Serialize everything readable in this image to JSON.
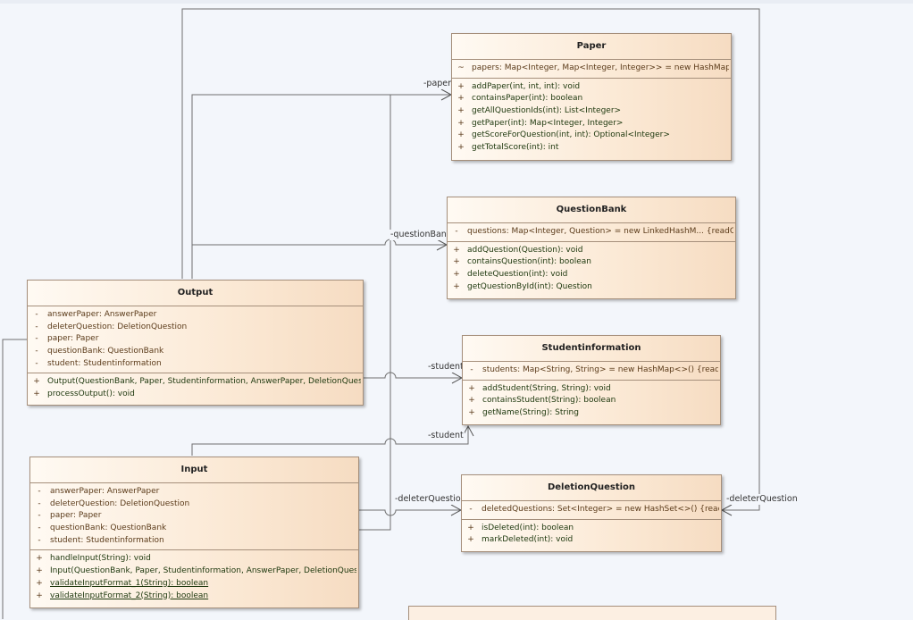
{
  "classes": {
    "paper": {
      "name": "Paper",
      "attributes": [
        {
          "vis": "~",
          "text": "papers: Map<Integer, Map<Integer, Integer>> = new HashMap<>()"
        }
      ],
      "operations": [
        {
          "vis": "+",
          "text": "addPaper(int, int, int): void"
        },
        {
          "vis": "+",
          "text": "containsPaper(int): boolean"
        },
        {
          "vis": "+",
          "text": "getAllQuestionIds(int): List<Integer>"
        },
        {
          "vis": "+",
          "text": "getPaper(int): Map<Integer, Integer>"
        },
        {
          "vis": "+",
          "text": "getScoreForQuestion(int, int): Optional<Integer>"
        },
        {
          "vis": "+",
          "text": "getTotalScore(int): int"
        }
      ]
    },
    "question_bank": {
      "name": "QuestionBank",
      "attributes": [
        {
          "vis": "-",
          "text": "questions: Map<Integer, Question> = new LinkedHashM... {readOnly}"
        }
      ],
      "operations": [
        {
          "vis": "+",
          "text": "addQuestion(Question): void"
        },
        {
          "vis": "+",
          "text": "containsQuestion(int): boolean"
        },
        {
          "vis": "+",
          "text": "deleteQuestion(int): void"
        },
        {
          "vis": "+",
          "text": "getQuestionById(int): Question"
        }
      ]
    },
    "student_information": {
      "name": "Studentinformation",
      "attributes": [
        {
          "vis": "-",
          "text": "students: Map<String, String> = new HashMap<>() {readOnly}"
        }
      ],
      "operations": [
        {
          "vis": "+",
          "text": "addStudent(String, String): void"
        },
        {
          "vis": "+",
          "text": "containsStudent(String): boolean"
        },
        {
          "vis": "+",
          "text": "getName(String): String"
        }
      ]
    },
    "deletion_question": {
      "name": "DeletionQuestion",
      "attributes": [
        {
          "vis": "-",
          "text": "deletedQuestions: Set<Integer> = new HashSet<>() {readOnly}"
        }
      ],
      "operations": [
        {
          "vis": "+",
          "text": "isDeleted(int): boolean"
        },
        {
          "vis": "+",
          "text": "markDeleted(int): void"
        }
      ]
    },
    "output": {
      "name": "Output",
      "attributes": [
        {
          "vis": "-",
          "text": "answerPaper: AnswerPaper"
        },
        {
          "vis": "-",
          "text": "deleterQuestion: DeletionQuestion"
        },
        {
          "vis": "-",
          "text": "paper: Paper"
        },
        {
          "vis": "-",
          "text": "questionBank: QuestionBank"
        },
        {
          "vis": "-",
          "text": "student: Studentinformation"
        }
      ],
      "operations": [
        {
          "vis": "+",
          "text": "Output(QuestionBank, Paper, Studentinformation, AnswerPaper, DeletionQuestion)"
        },
        {
          "vis": "+",
          "text": "processOutput(): void"
        }
      ]
    },
    "input": {
      "name": "Input",
      "attributes": [
        {
          "vis": "-",
          "text": "answerPaper: AnswerPaper"
        },
        {
          "vis": "-",
          "text": "deleterQuestion: DeletionQuestion"
        },
        {
          "vis": "-",
          "text": "paper: Paper"
        },
        {
          "vis": "-",
          "text": "questionBank: QuestionBank"
        },
        {
          "vis": "-",
          "text": "student: Studentinformation"
        }
      ],
      "operations": [
        {
          "vis": "+",
          "text": "handleInput(String): void"
        },
        {
          "vis": "+",
          "text": "Input(QuestionBank, Paper, Studentinformation, AnswerPaper, DeletionQuestion)"
        },
        {
          "vis": "+",
          "text": "validateInputFormat_1(String): boolean",
          "static": true
        },
        {
          "vis": "+",
          "text": "validateInputFormat_2(String): boolean",
          "static": true
        }
      ]
    }
  },
  "role_labels": {
    "paper": "-paper",
    "question_bank": "-questionBank",
    "student_1": "-student",
    "student_2": "-student",
    "deleter_question_1": "-deleterQuestion",
    "deleter_question_2": "-deleterQuestion"
  }
}
